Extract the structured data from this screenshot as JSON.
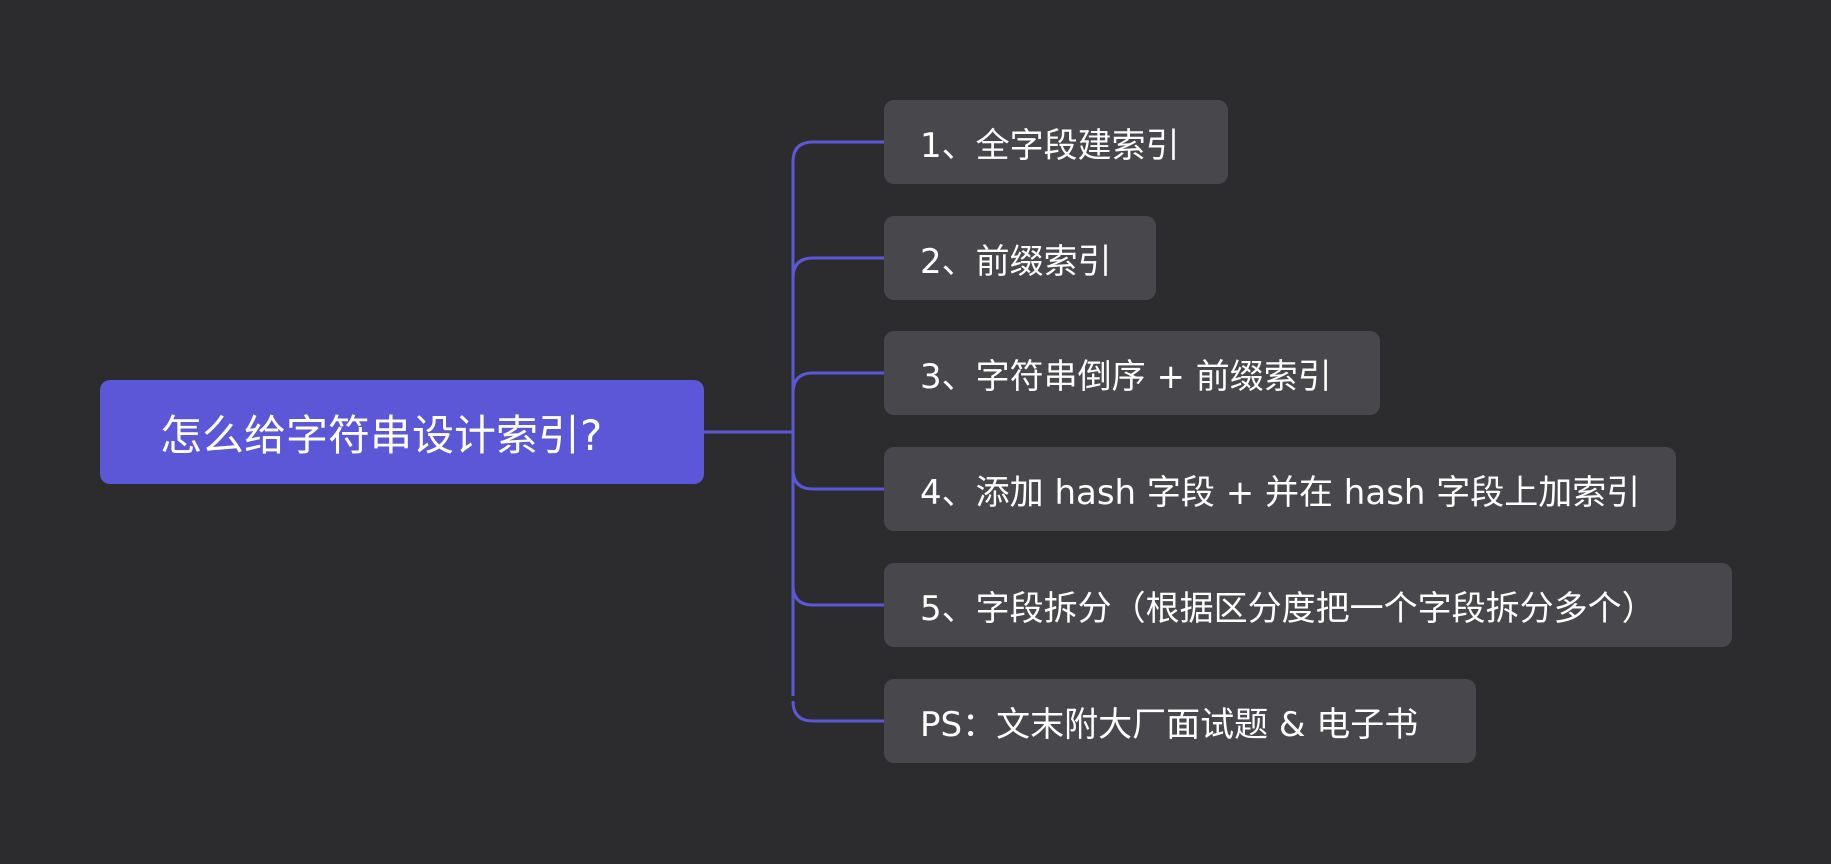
{
  "colors": {
    "background": "#2c2c2e",
    "root_fill": "#5b57d6",
    "child_fill": "#48484c",
    "connector": "#5b57d6",
    "text": "#ffffff"
  },
  "mindmap": {
    "root": {
      "label": "怎么给字符串设计索引?"
    },
    "children": [
      {
        "label": "1、全字段建索引"
      },
      {
        "label": "2、前缀索引"
      },
      {
        "label": "3、字符串倒序 + 前缀索引"
      },
      {
        "label": "4、添加 hash 字段 + 并在 hash 字段上加索引"
      },
      {
        "label": "5、字段拆分（根据区分度把一个字段拆分多个）"
      },
      {
        "label": "PS：文末附大厂面试题 & 电子书"
      }
    ]
  }
}
